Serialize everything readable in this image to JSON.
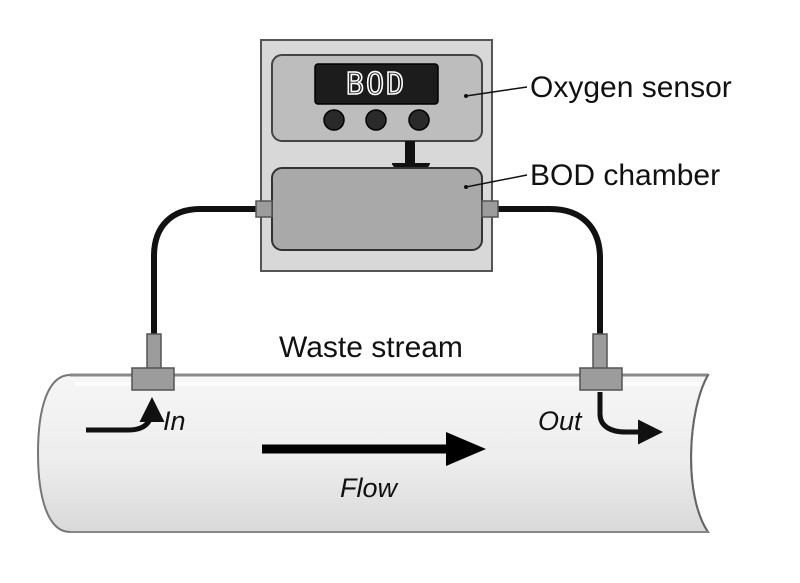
{
  "labels": {
    "oxygen_sensor": "Oxygen sensor",
    "bod_chamber": "BOD chamber",
    "waste_stream": "Waste stream",
    "in": "In",
    "out": "Out",
    "flow": "Flow"
  },
  "display": {
    "text": "BOD"
  },
  "colors": {
    "pipe_fill": "#efefef",
    "housing_fill": "#d6d6d6",
    "chamber_fill": "#a9a9a9",
    "display_fill": "#1c1c1c",
    "tube": "#111111"
  }
}
